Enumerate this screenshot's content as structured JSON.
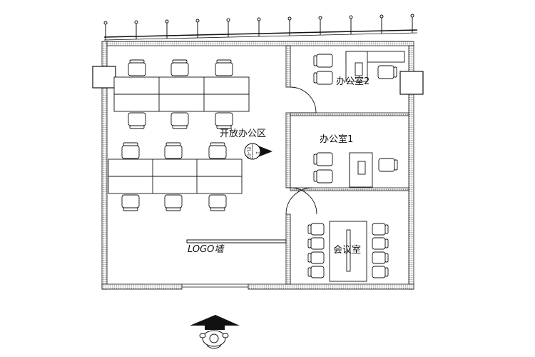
{
  "labels": {
    "open_office": "开放办公区",
    "office_1": "办公室1",
    "office_2": "办公室2",
    "meeting_room": "会议室",
    "logo_wall": "LOGO墙",
    "elevation_marker_code": "EL-02",
    "elevation_marker_number": "1"
  },
  "colors": {
    "line": "#111111",
    "wall_hatch": "#9a9a9a",
    "background": "#ffffff"
  },
  "icons": {
    "entrance": "arrow-up-icon",
    "person": "person-topview-icon",
    "chair": "chair-icon",
    "elevation": "elevation-marker-icon"
  }
}
